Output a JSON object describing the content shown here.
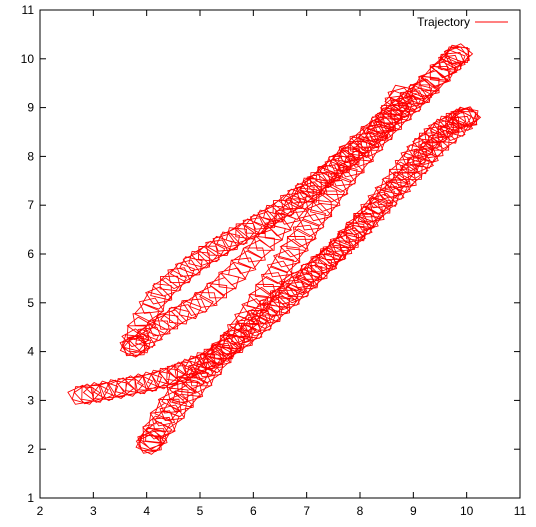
{
  "chart_data": {
    "type": "line",
    "title": "",
    "xlabel": "",
    "ylabel": "",
    "xlim": [
      2,
      11
    ],
    "ylim": [
      1,
      11
    ],
    "xticks": [
      2,
      3,
      4,
      5,
      6,
      7,
      8,
      9,
      10,
      11
    ],
    "yticks": [
      1,
      2,
      3,
      4,
      5,
      6,
      7,
      8,
      9,
      10,
      11
    ],
    "grid": false,
    "legend": {
      "position": "top-right",
      "entries": [
        {
          "name": "Trajectory",
          "color": "#ff0000"
        }
      ]
    },
    "series": [
      {
        "name": "Trajectory",
        "color": "#ff0000",
        "guide_path": [
          [
            2.75,
            3.1
          ],
          [
            3.5,
            3.25
          ],
          [
            4.3,
            3.45
          ],
          [
            5.0,
            3.75
          ],
          [
            5.7,
            4.2
          ],
          [
            6.4,
            4.85
          ],
          [
            7.1,
            5.55
          ],
          [
            7.8,
            6.35
          ],
          [
            8.5,
            7.25
          ],
          [
            9.1,
            8.1
          ],
          [
            9.6,
            8.6
          ],
          [
            10.0,
            8.8
          ],
          [
            9.4,
            8.2
          ],
          [
            8.9,
            7.6
          ],
          [
            8.3,
            6.9
          ],
          [
            7.7,
            6.2
          ],
          [
            7.0,
            5.55
          ],
          [
            6.2,
            4.8
          ],
          [
            5.3,
            3.9
          ],
          [
            4.5,
            3.0
          ],
          [
            4.05,
            2.1
          ],
          [
            4.6,
            2.9
          ],
          [
            5.3,
            3.8
          ],
          [
            6.0,
            4.85
          ],
          [
            6.6,
            5.85
          ],
          [
            7.2,
            6.8
          ],
          [
            7.8,
            7.7
          ],
          [
            8.5,
            8.6
          ],
          [
            9.2,
            9.35
          ],
          [
            9.85,
            10.1
          ],
          [
            9.2,
            9.4
          ],
          [
            8.5,
            8.75
          ],
          [
            7.7,
            7.95
          ],
          [
            6.9,
            7.1
          ],
          [
            6.1,
            6.1
          ],
          [
            5.2,
            5.15
          ],
          [
            4.3,
            4.55
          ],
          [
            3.75,
            4.1
          ],
          [
            4.2,
            5.1
          ],
          [
            4.9,
            5.8
          ],
          [
            5.6,
            6.3
          ],
          [
            6.3,
            6.75
          ],
          [
            7.0,
            7.3
          ],
          [
            7.7,
            7.9
          ],
          [
            8.4,
            8.6
          ],
          [
            8.8,
            9.3
          ]
        ],
        "loop_radius_x": 0.26,
        "loop_radius_y": 0.21
      }
    ]
  }
}
